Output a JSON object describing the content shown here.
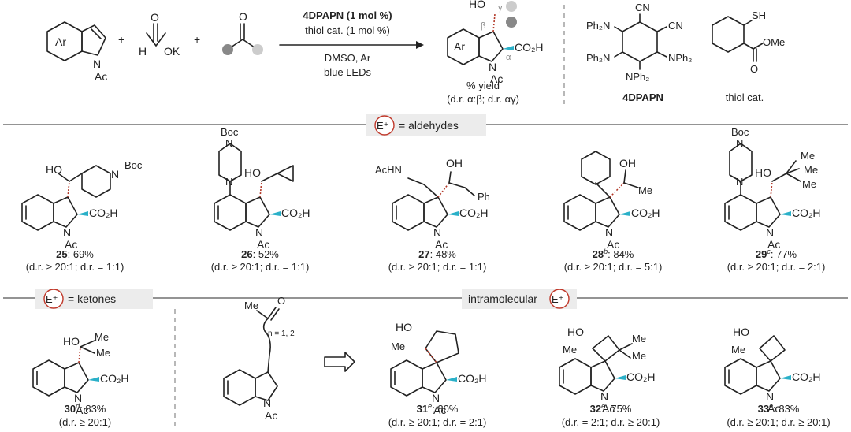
{
  "header": {
    "reagent_1": "Ar",
    "indole_n": "N",
    "indole_ac": "Ac",
    "plus": "+",
    "formate_h": "H",
    "formate_o": "O",
    "formate_ok": "OK",
    "ketone_o": "O",
    "catalyst_line": "4DPAPN (1 mol %)",
    "thiol_line": "thiol cat. (1 mol %)",
    "solvent_line": "DMSO, Ar",
    "light_line": "blue LEDs",
    "product_ho": "HO",
    "product_co2h": "CO₂H",
    "beta": "β",
    "alpha": "α",
    "gamma": "γ",
    "yield_label": "% yield",
    "dr_label": "(d.r. α:β; d.r. αγ)",
    "cat_name": "4DPAPN",
    "thiol_name": "thiol cat.",
    "cn": "CN",
    "ph2n": "Ph₂N",
    "nph2": "NPh₂",
    "sh": "SH",
    "ome": "OMe"
  },
  "sections": {
    "eplus": "E⁺",
    "aldehydes": "= aldehydes",
    "ketones": "= ketones",
    "intramolecular": "intramolecular"
  },
  "compounds": [
    {
      "id": "25",
      "sup": "",
      "yield": ": 69%",
      "dr": "(d.r. ≥ 20:1; d.r. = 1:1)"
    },
    {
      "id": "26",
      "sup": "",
      "yield": ": 52%",
      "dr": "(d.r. ≥ 20:1; d.r. = 1:1)"
    },
    {
      "id": "27",
      "sup": "",
      "yield": ": 48%",
      "dr": "(d.r. ≥ 20:1; d.r. = 1:1)"
    },
    {
      "id": "28",
      "sup": "b",
      "yield": ": 84%",
      "dr": "(d.r. ≥ 20:1; d.r. = 5:1)"
    },
    {
      "id": "29",
      "sup": "c",
      "yield": ": 77%",
      "dr": "(d.r. ≥ 20:1; d.r. = 2:1)"
    },
    {
      "id": "30",
      "sup": "d",
      "yield": ": 83%",
      "dr": "(d.r. ≥ 20:1)"
    },
    {
      "id": "31",
      "sup": "e",
      "yield": ": 80%",
      "dr": "(d.r. ≥ 20:1; d.r. = 2:1)"
    },
    {
      "id": "32",
      "sup": "e",
      "yield": ": 75%",
      "dr": "(d.r. = 2:1; d.r. ≥ 20:1)"
    },
    {
      "id": "33",
      "sup": "e",
      "yield": ": 83%",
      "dr": "(d.r. ≥ 20:1; d.r. ≥ 20:1)"
    }
  ],
  "labels": {
    "ho": "HO",
    "oh": "OH",
    "boc": "Boc",
    "n": "N",
    "ac": "Ac",
    "co2h": "CO₂H",
    "acHN": "AcHN",
    "ph": "Ph",
    "me": "Me",
    "o": "O",
    "n_range": "n = 1, 2"
  }
}
